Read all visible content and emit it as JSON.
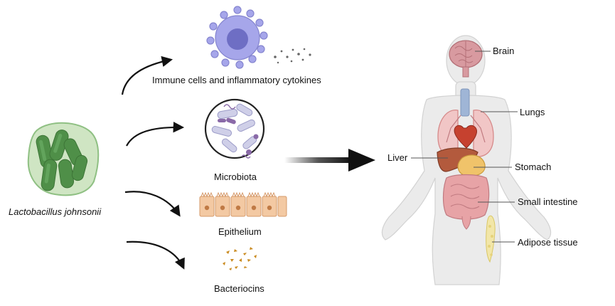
{
  "source": {
    "name": "Lactobacillus johnsonii",
    "color": "#5a9a50"
  },
  "targets": [
    {
      "label": "Immune cells and inflammatory cytokines",
      "icon": "immune-cell-icon"
    },
    {
      "label": "Microbiota",
      "icon": "microbiota-icon"
    },
    {
      "label": "Epithelium",
      "icon": "epithelium-icon"
    },
    {
      "label": "Bacteriocins",
      "icon": "bacteriocins-icon"
    }
  ],
  "organs": [
    {
      "label": "Brain",
      "icon": "brain-icon"
    },
    {
      "label": "Lungs",
      "icon": "lungs-icon"
    },
    {
      "label": "Liver",
      "icon": "liver-icon"
    },
    {
      "label": "Stomach",
      "icon": "stomach-icon"
    },
    {
      "label": "Small intestine",
      "icon": "small-intestine-icon"
    },
    {
      "label": "Adipose tissue",
      "icon": "adipose-tissue-icon"
    }
  ],
  "colors": {
    "immune_cell": "#a6a6ea",
    "body_silhouette": "#e7e7e7",
    "epithelium": "#f3c9a3",
    "bacteriocins": "#c98a1f",
    "arrow": "#111111"
  }
}
